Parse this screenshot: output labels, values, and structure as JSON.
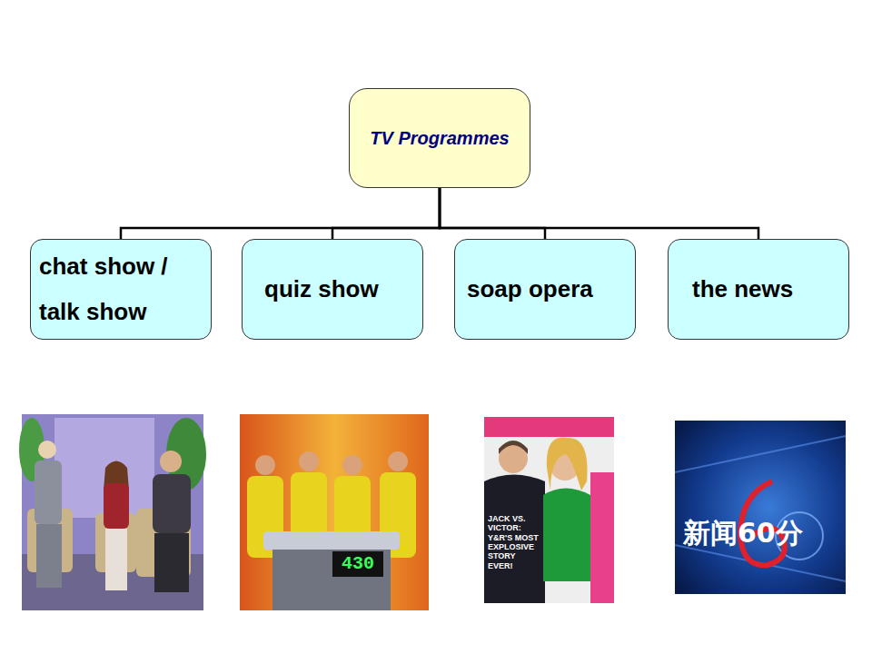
{
  "diagram": {
    "nodes": [
      {
        "text": [
          "TV Programmes"
        ]
      },
      {
        "text": [
          "chat show / talk show"
        ]
      },
      {
        "text": [
          "quiz show"
        ]
      },
      {
        "text": [
          "soap opera"
        ]
      },
      {
        "text": [
          "the news"
        ]
      }
    ],
    "edges": [
      {
        "from": 0,
        "to": 1,
        "arrow": "none"
      },
      {
        "from": 0,
        "to": 2,
        "arrow": "none"
      },
      {
        "from": 0,
        "to": 3,
        "arrow": "none"
      },
      {
        "from": 0,
        "to": 4,
        "arrow": "none"
      }
    ],
    "labels": [
      "430",
      "JACK VS. VICTOR: Y&R'S MOST EXPLOSIVE STORY EVER!",
      "新闻60分"
    ]
  }
}
